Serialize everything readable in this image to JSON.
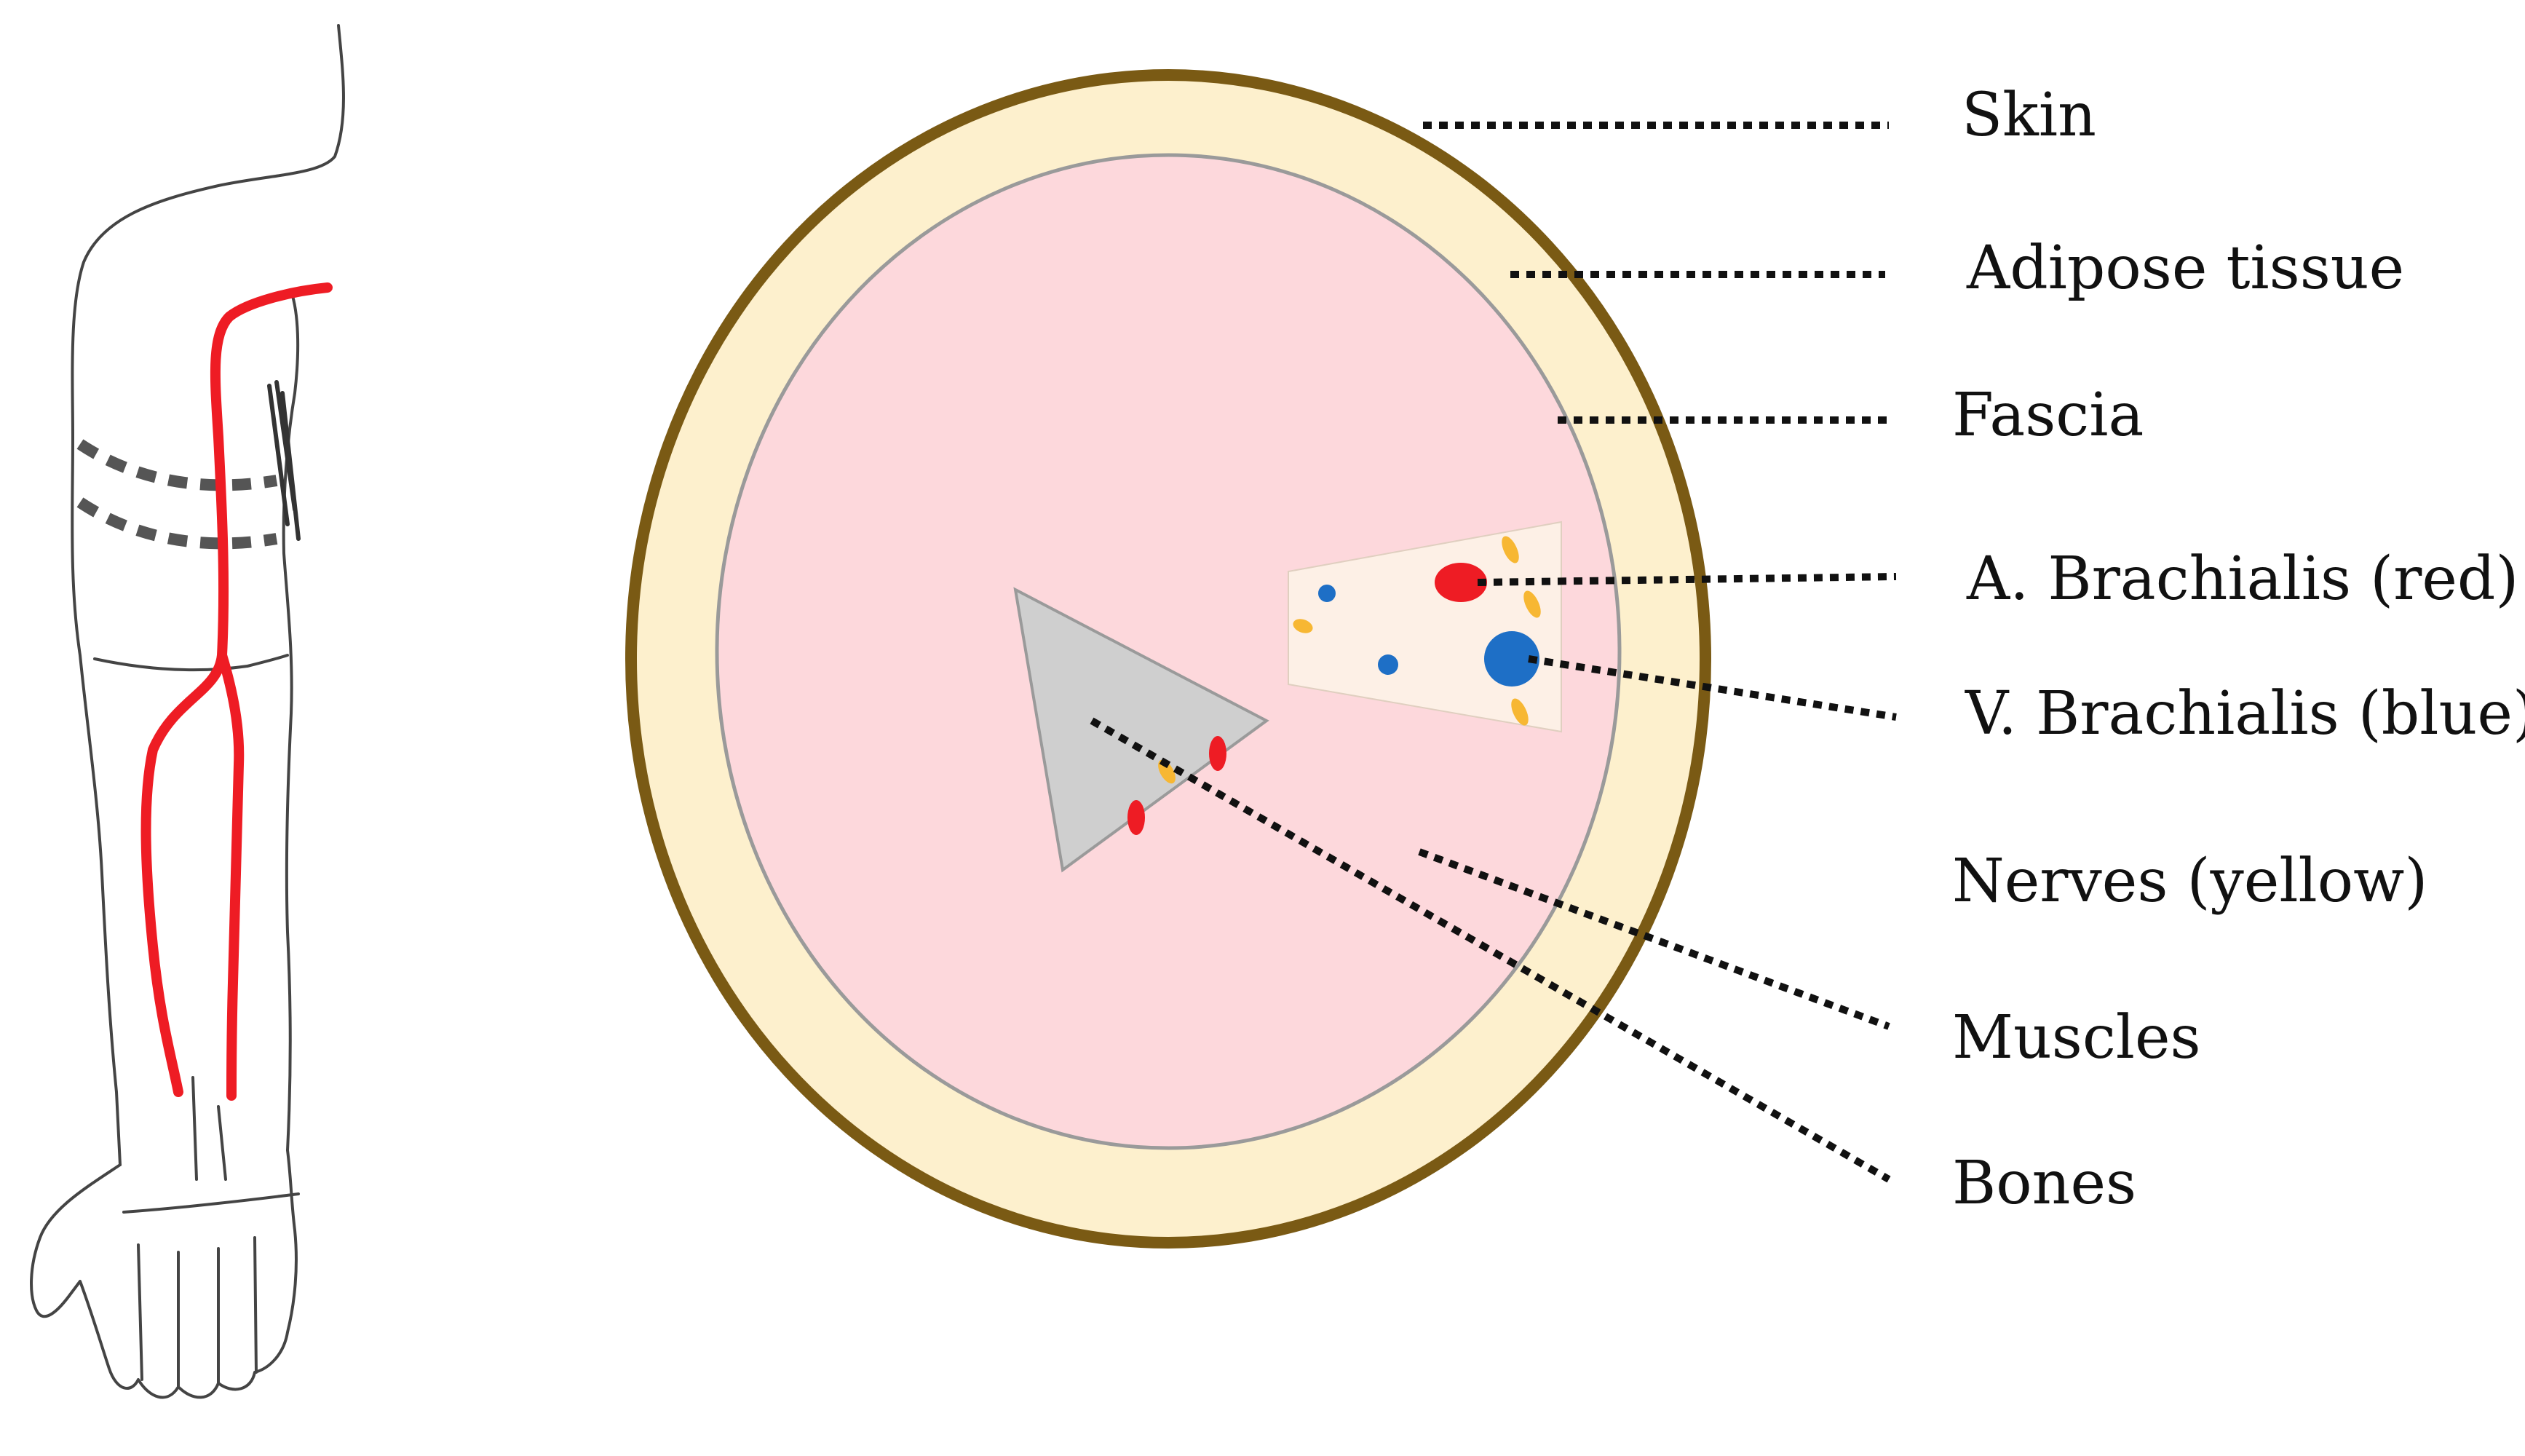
{
  "colors": {
    "skin": "#7a5a14",
    "adipose": "#fdf0cd",
    "fascia_outline": "#9a9a9a",
    "muscle": "#fdd8dc",
    "bone": "#cfcfcf",
    "neurovascular_bundle": "#fdf0e6",
    "artery": "#ee1c24",
    "vein": "#1e6fc6",
    "nerve": "#f7b733",
    "leader_line": "#111111",
    "cuff_line": "#555555",
    "arm_outline": "#444444"
  },
  "labels": {
    "skin": "Skin",
    "adipose": "Adipose tissue",
    "fascia": "Fascia",
    "artery": "A. Brachialis (red)",
    "vein": "V. Brachialis (blue)",
    "nerves": "Nerves (yellow)",
    "muscles": "Muscles",
    "bones": "Bones"
  }
}
